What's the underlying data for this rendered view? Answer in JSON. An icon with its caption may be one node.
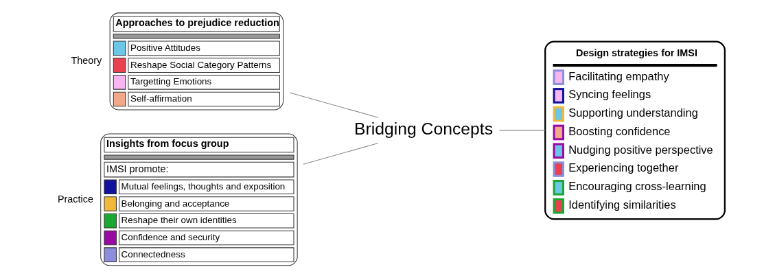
{
  "diagram": {
    "nodes": [
      {
        "text": [
          "Approaches to prejudice reduction",
          "Positive Attitudes",
          "Reshape Social Category Patterns",
          "Targetting Emotions",
          "Self-affirmation"
        ],
        "beside": [
          "Theory"
        ]
      },
      {
        "text": [
          "Insights from focus group",
          "IMSI promote:",
          "Mutual feelings, thoughts and exposition",
          "Belonging and acceptance",
          "Reshape their own identities",
          "Confidence and security",
          "Connectedness"
        ],
        "beside": [
          "Practice"
        ]
      },
      {
        "text": [
          "Bridging Concepts"
        ]
      },
      {
        "text": [
          "Design strategies for IMSI",
          "Facilitating empathy",
          "Syncing feelings",
          "Supporting understanding",
          "Boosting confidence",
          "Nudging positive perspective",
          "Experiencing together",
          "Encouraging cross-learning",
          "Identifying similarities"
        ]
      }
    ],
    "edges": [
      {
        "from": 0,
        "to": 2,
        "arrow": "none"
      },
      {
        "from": 1,
        "to": 2,
        "arrow": "none"
      },
      {
        "from": 2,
        "to": 3,
        "arrow": "none"
      }
    ]
  }
}
